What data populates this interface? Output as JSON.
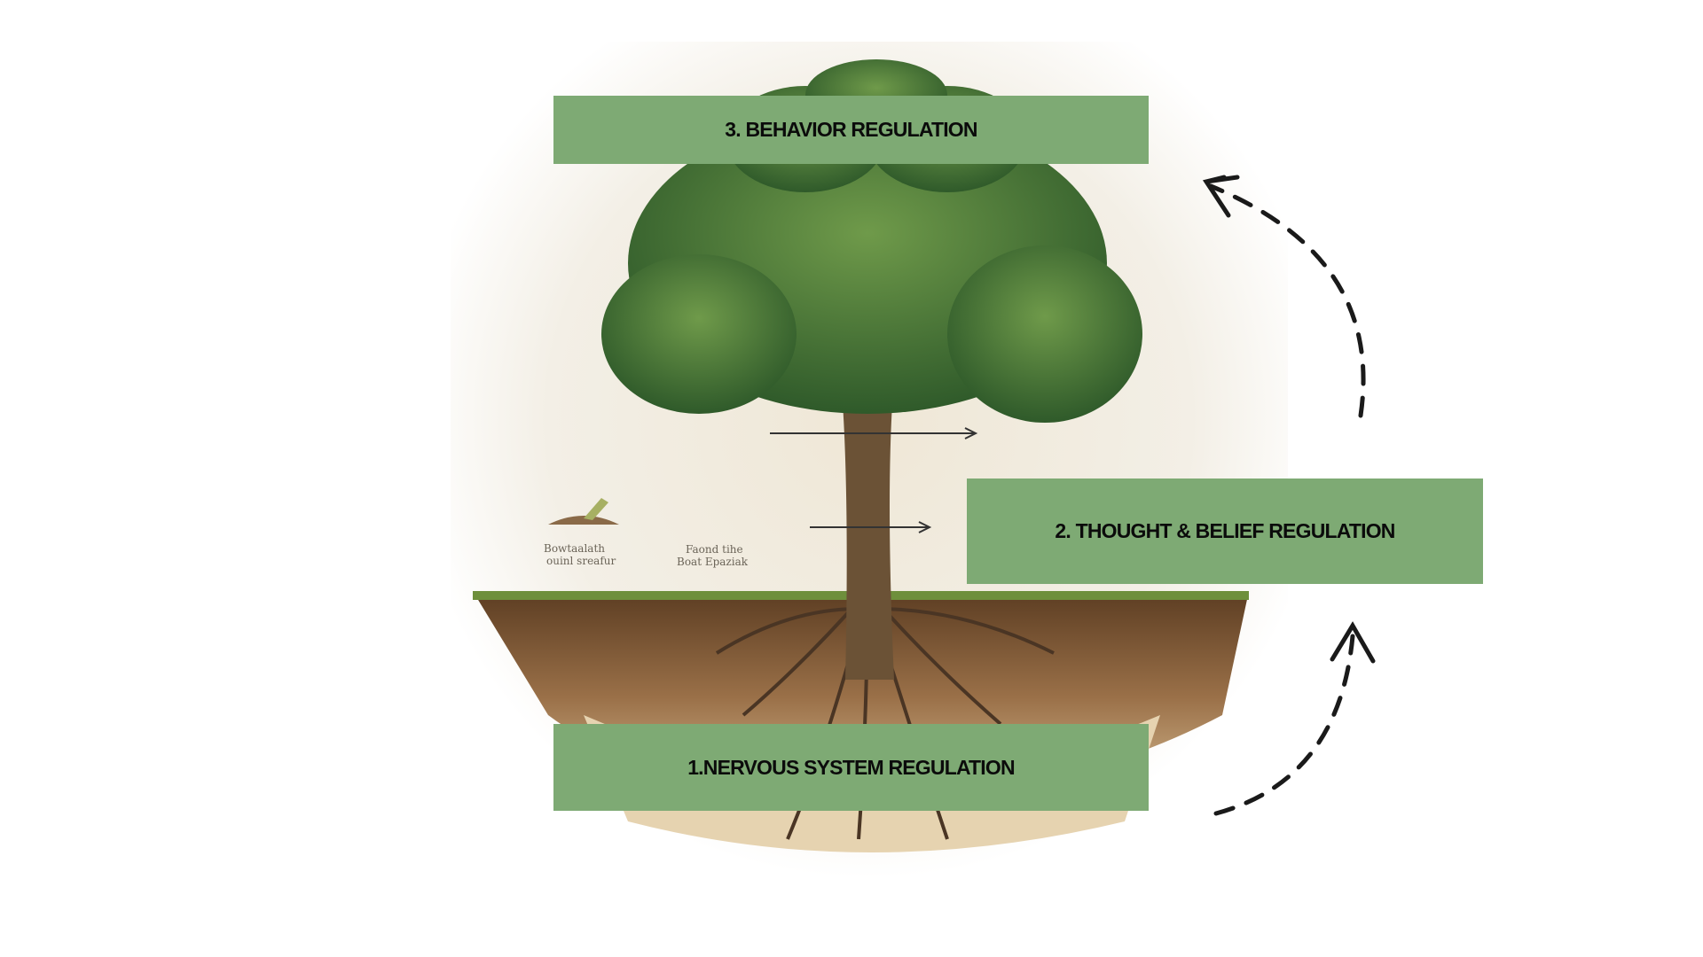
{
  "diagram": {
    "boxes": [
      {
        "label": "1.NERVOUS SYSTEM REGULATION"
      },
      {
        "label": "2. THOUGHT & BELIEF REGULATION"
      },
      {
        "label": "3. BEHAVIOR REGULATION"
      }
    ],
    "illustration_captions": [
      "Bowtaalath",
      "ouinl sreafur",
      "Faond tihe",
      "Boat Epaziak"
    ],
    "colors": {
      "box": "#7eaa74",
      "text": "#0b0b0b",
      "arrow": "#1a1a1a"
    }
  }
}
